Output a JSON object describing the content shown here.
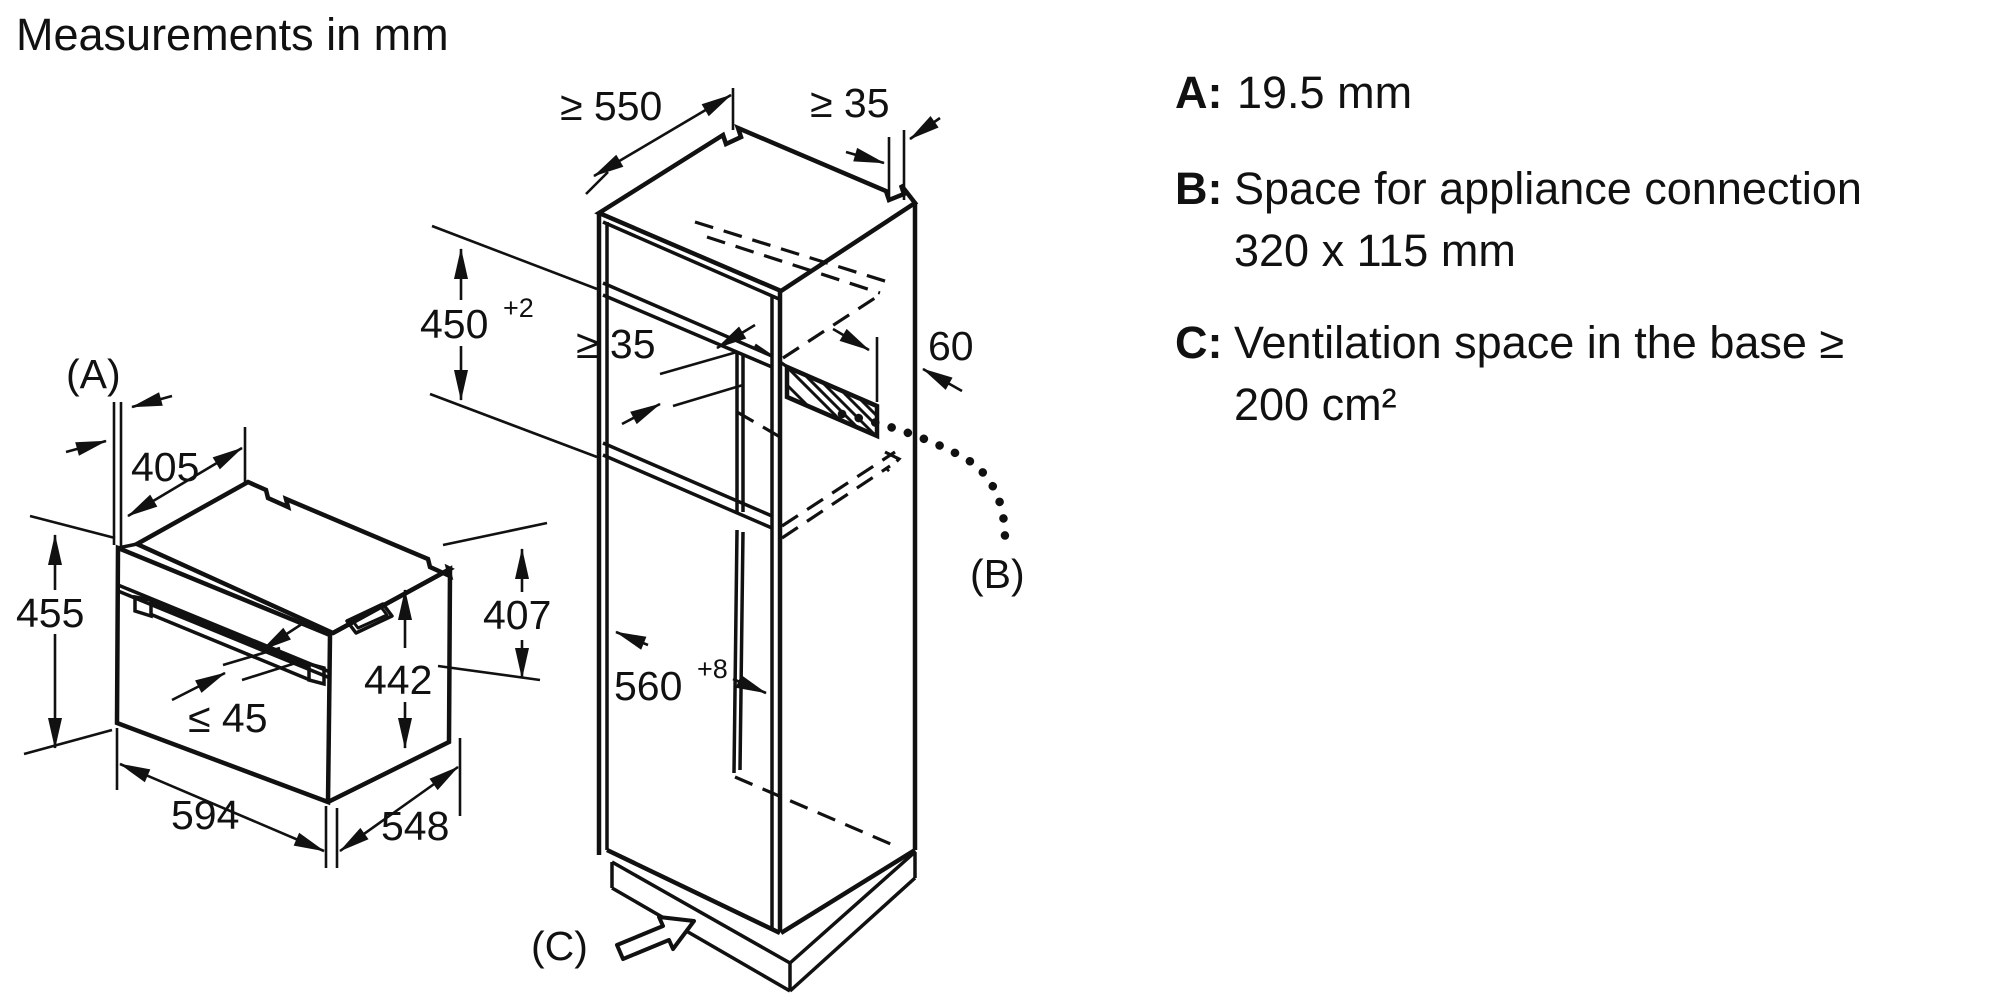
{
  "title": "Measurements in mm",
  "colors": {
    "ink": "#111111",
    "background": "#ffffff"
  },
  "oven": {
    "dims": {
      "front_gap_label": "(A)",
      "top_depth": "405",
      "front_height": "455",
      "door_height": "442",
      "handle_protrusion": "≤ 45",
      "width": "594",
      "depth": "548",
      "body_height": "407"
    }
  },
  "cabinet": {
    "dims": {
      "min_depth": "≥ 550",
      "top_rear_clearance": "≥ 35",
      "niche_height": "450",
      "niche_height_tolerance": "+2",
      "rear_ventilation_gap": "≥ 35",
      "connection_offset": "60",
      "niche_width": "560",
      "niche_width_tolerance": "+8",
      "connection_area_label": "(B)",
      "base_ventilation_label": "(C)"
    }
  },
  "legend": {
    "items": [
      {
        "key": "A:",
        "line1": "19.5 mm",
        "line2": ""
      },
      {
        "key": "B:",
        "line1": "Space for appliance connection",
        "line2": "320 x 115 mm"
      },
      {
        "key": "C:",
        "line1": "Ventilation space in the base ≥",
        "line2": "200 cm²"
      }
    ]
  }
}
